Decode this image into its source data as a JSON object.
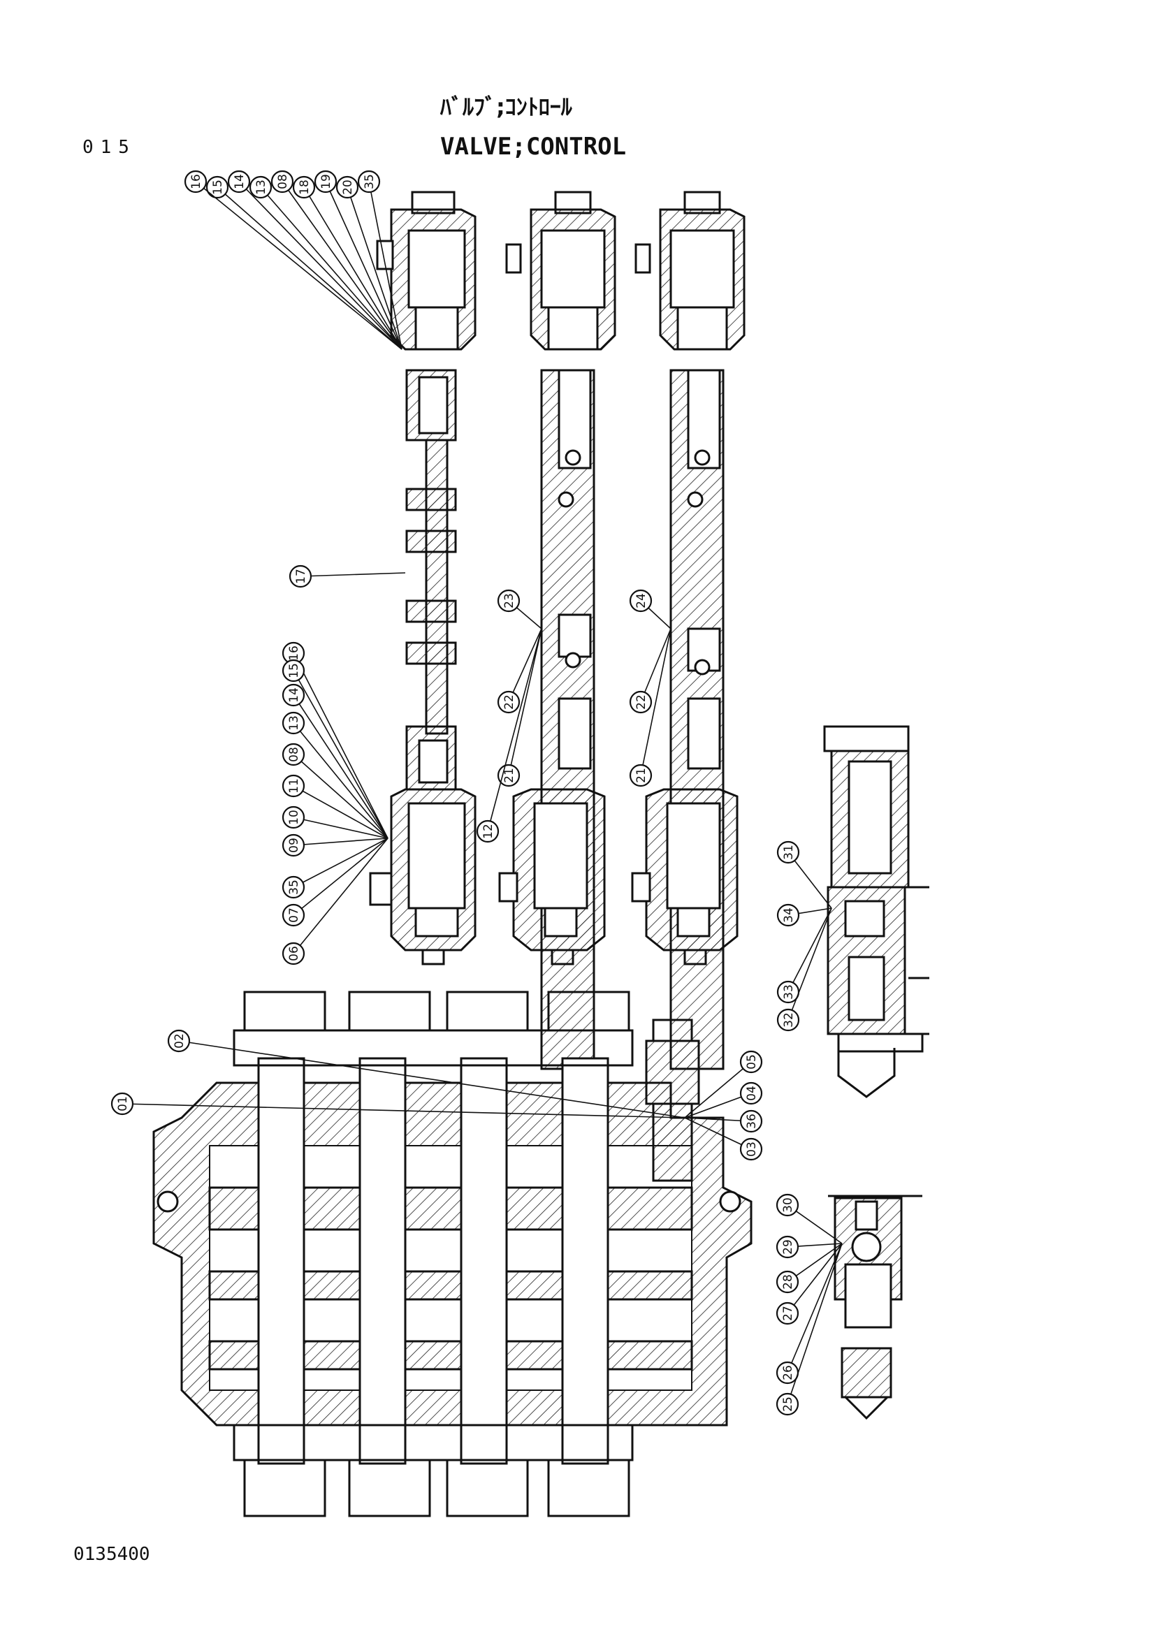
{
  "page": {
    "number": "015"
  },
  "title": {
    "japanese": "ﾊﾞﾙﾌﾞ;ｺﾝﾄﾛｰﾙ",
    "english": "VALVE;CONTROL"
  },
  "drawing_number": "0135400",
  "callouts": {
    "top_left": [
      "35",
      "20",
      "19",
      "18",
      "08",
      "13",
      "14",
      "15",
      "16"
    ],
    "spool": [
      "17"
    ],
    "bottom_left": [
      "16",
      "15",
      "14",
      "13",
      "08",
      "11",
      "10",
      "09",
      "35",
      "07",
      "06"
    ],
    "middle_column": [
      "23",
      "22",
      "21",
      "12"
    ],
    "right_column": [
      "24",
      "22",
      "21"
    ],
    "relief_valve": [
      "31",
      "34",
      "33",
      "32"
    ],
    "body": [
      "02",
      "01",
      "05",
      "04",
      "36",
      "03"
    ],
    "check_valve": [
      "30",
      "29",
      "28",
      "27",
      "26",
      "25"
    ]
  }
}
